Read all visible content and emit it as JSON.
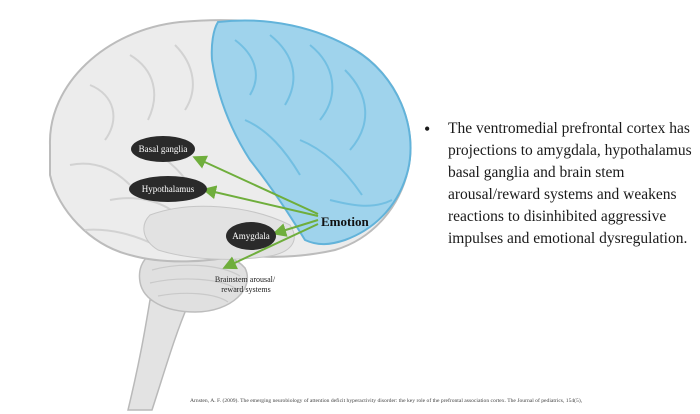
{
  "diagram": {
    "nodes": {
      "basal_ganglia": "Basal ganglia",
      "hypothalamus": "Hypothalamus",
      "amygdala": "Amygdala",
      "brainstem": [
        "Brainstem arousal/",
        "reward systems"
      ]
    },
    "emotion_label": "Emotion",
    "colors": {
      "prefrontal": "#9fd3ec",
      "brain": "#e8e8e8",
      "arrow": "#6fae3c",
      "node": "#2a2a2a"
    }
  },
  "bullet": {
    "symbol": "•",
    "text": "The ventromedial prefrontal cortex has projections to amygdala, hypothalamus basal ganglia and brain stem arousal/reward systems and weakens reactions to disinhibited aggressive impulses and emotional dysregulation."
  },
  "citation": "Arnsten, A. F. (2009). The emerging neurobiology of attention deficit hyperactivity disorder: the key role of the prefrontal association cortex. The Journal of pediatrics, 154(5),"
}
